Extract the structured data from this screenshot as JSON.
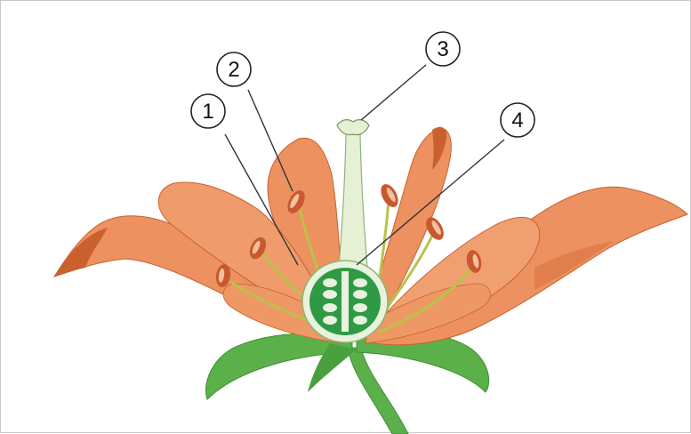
{
  "diagram": {
    "labels": [
      {
        "id": "1",
        "text": "1"
      },
      {
        "id": "2",
        "text": "2"
      },
      {
        "id": "3",
        "text": "3"
      },
      {
        "id": "4",
        "text": "4"
      }
    ]
  },
  "colors": {
    "petal": "#ec915f",
    "petal_shadow": "#d8733f",
    "petal_edge": "#c9612f",
    "sepal": "#5bb04a",
    "sepal_dark": "#3f8f36",
    "pistil": "#e6f0d4",
    "pistil_edge": "#8fb37a",
    "ovary": "#2f9a45",
    "ovule": "#e8f2dc",
    "filament": "#b9c24a",
    "anther": "#c9582f",
    "anther_light": "#f3c19e",
    "leader_line": "#333333"
  }
}
